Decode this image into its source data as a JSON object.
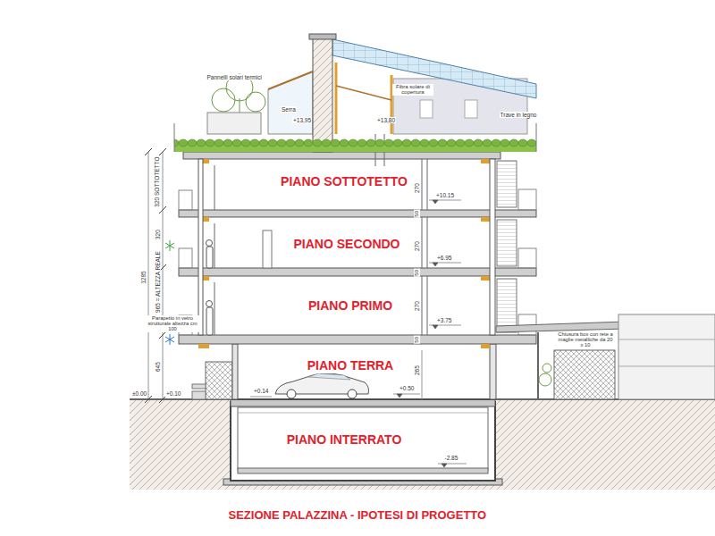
{
  "diagram": {
    "caption": "SEZIONE PALAZZINA - IPOTESI DI PROGETTO",
    "nodes": [
      {
        "text": [
          "PIANO SOTTOTETTO"
        ]
      },
      {
        "text": [
          "PIANO SECONDO"
        ]
      },
      {
        "text": [
          "PIANO PRIMO"
        ]
      },
      {
        "text": [
          "PIANO TERRA"
        ]
      },
      {
        "text": [
          "PIANO INTERRATO"
        ]
      }
    ],
    "labels": [
      "Pannelli solari termici",
      "Serra",
      "+13,95",
      "Fibra solare di copertura",
      "+13,80",
      "Trave in legno",
      "+10.15",
      "+6.95",
      "+3.75",
      "+0.50",
      "+0.14",
      "±0.00",
      "+0.10",
      "-2.85",
      "270",
      "50",
      "270",
      "50",
      "270",
      "50",
      "265",
      "320 SOTTOTETTO",
      "320",
      "965 = ALTEZZA REALE",
      "645",
      "1285",
      "Parapetto in vetro strutturale altezza cm 100",
      "Chiusura box con rete a maglie metalliche da 20 x 10"
    ]
  }
}
